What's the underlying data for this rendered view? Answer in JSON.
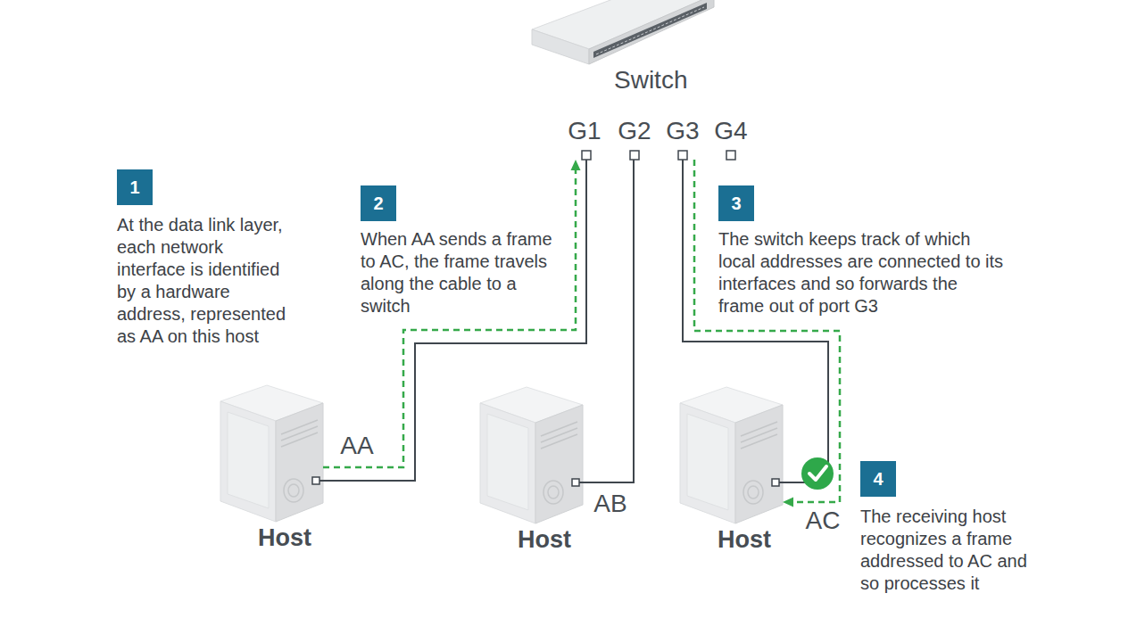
{
  "diagram": {
    "nodes": [
      {
        "text": [
          "Switch"
        ]
      },
      {
        "text": [
          "1",
          "At the data link layer, each network interface is identified by a hardware address, represented as AA on this host"
        ]
      },
      {
        "text": [
          "2",
          "When AA sends a frame to AC, the frame travels along the cable to a switch"
        ]
      },
      {
        "text": [
          "3",
          "The switch keeps track of which local addresses are connected to its interfaces and so forwards the frame out of port G3"
        ]
      },
      {
        "text": [
          "Host"
        ]
      },
      {
        "text": [
          "Host"
        ]
      },
      {
        "text": [
          "Host"
        ]
      },
      {
        "text": [
          "4",
          "The receiving host recognizes a frame addressed to AC and so processes it"
        ]
      }
    ],
    "edges": [
      {
        "from": 4,
        "to": 0,
        "arrow": "none"
      },
      {
        "from": 5,
        "to": 0,
        "arrow": "none"
      },
      {
        "from": 6,
        "to": 0,
        "arrow": "none"
      },
      {
        "from": 4,
        "to": 0,
        "arrow": "to"
      },
      {
        "from": 0,
        "to": 6,
        "arrow": "to"
      }
    ],
    "labels": [
      "G1",
      "G2",
      "G3",
      "G4",
      "AA",
      "AB",
      "AC"
    ]
  }
}
